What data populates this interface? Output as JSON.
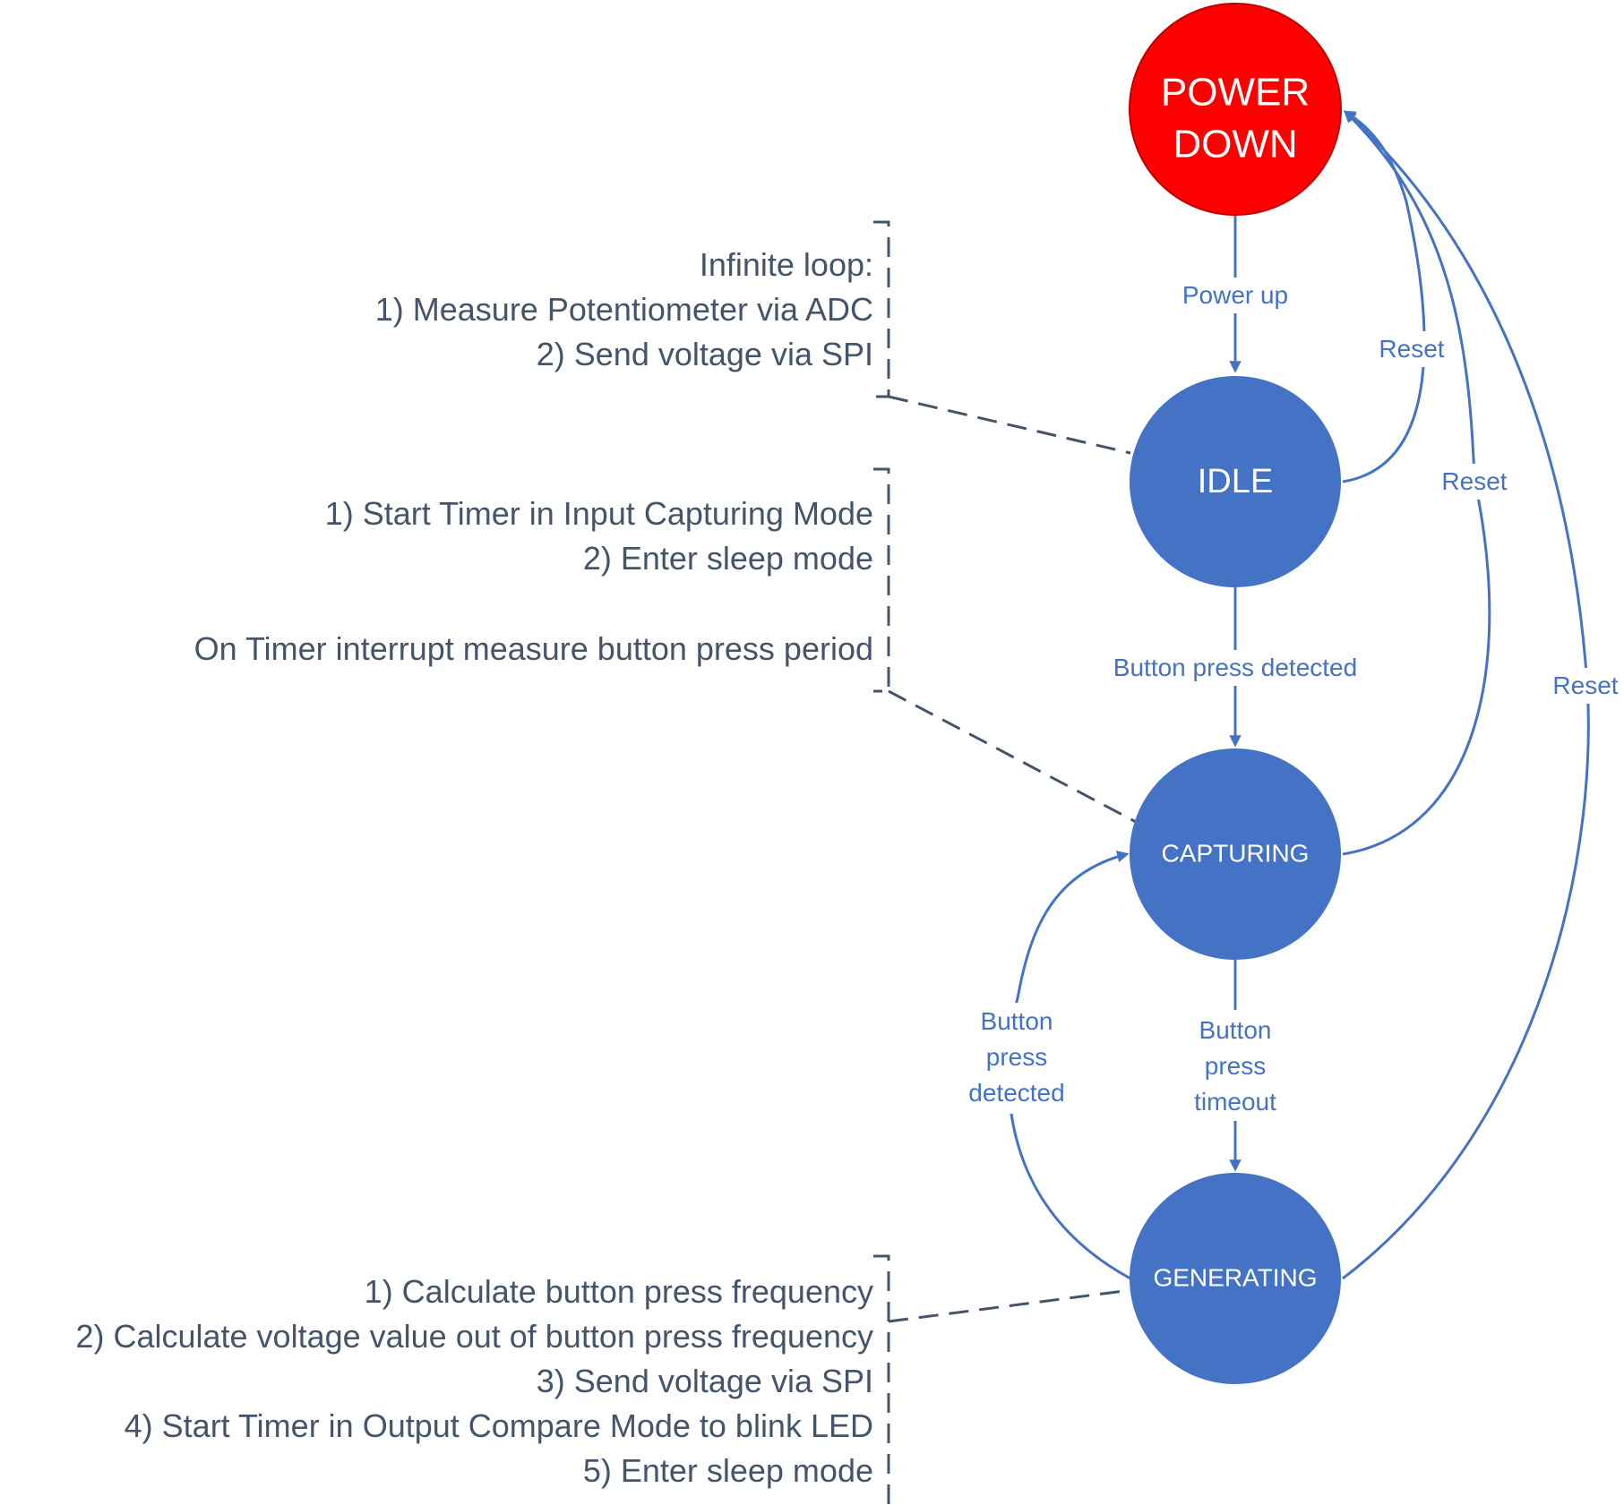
{
  "colors": {
    "state_fill": "#4472c4",
    "power_down_fill": "#ff0000",
    "power_down_stroke": "#c00000",
    "arrow": "#4472c4",
    "annotation_text": "#44546a",
    "bracket": "#44546a"
  },
  "states": {
    "power_down": {
      "line1": "POWER",
      "line2": "DOWN"
    },
    "idle": {
      "label": "IDLE"
    },
    "capturing": {
      "label": "CAPTURING"
    },
    "generating": {
      "label": "GENERATING"
    }
  },
  "transitions": {
    "power_up": "Power up",
    "button_press_detected": "Button press detected",
    "timeout": [
      "Button",
      "press",
      "timeout"
    ],
    "back_detected": [
      "Button",
      "press",
      "detected"
    ],
    "reset_idle": "Reset",
    "reset_capturing": "Reset",
    "reset_generating": "Reset"
  },
  "annotations": {
    "idle": [
      "Infinite loop:",
      "1) Measure Potentiometer via ADC",
      "2) Send voltage via SPI"
    ],
    "capturing": [
      "1) Start Timer in Input Capturing Mode",
      "2) Enter sleep mode",
      "On Timer interrupt measure button press period"
    ],
    "generating": [
      "1) Calculate button press frequency",
      "2) Calculate voltage value out of button press frequency",
      "3) Send voltage via SPI",
      "4) Start Timer in Output Compare Mode to blink LED",
      "5) Enter sleep mode"
    ]
  }
}
